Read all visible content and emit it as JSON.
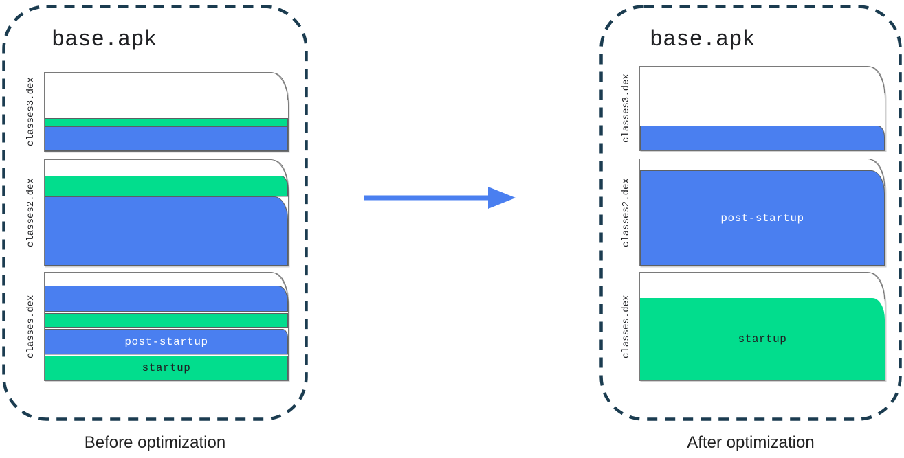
{
  "colors": {
    "band_blue": "#4A7FF0",
    "band_green": "#02DD8D",
    "container_outline": "#1B3C50",
    "page_border": "#7A7A7A",
    "band_border": "#5C6063",
    "text_dark": "#202124",
    "band_label_light": "#FFFFFF",
    "arrow_blue": "#4A7FF0"
  },
  "arrow": {
    "icon": "right-arrow-icon",
    "direction": "right"
  },
  "panels": [
    {
      "id": "before",
      "title": "base.apk",
      "caption": "Before optimization",
      "files": [
        {
          "label": "classes3.dex",
          "height": 116,
          "segments": [
            {
              "kind": "free"
            },
            {
              "kind": "band",
              "color": "green",
              "height": 12
            },
            {
              "kind": "band",
              "color": "blue",
              "height": 36
            }
          ]
        },
        {
          "label": "classes2.dex",
          "height": 156,
          "segments": [
            {
              "kind": "free"
            },
            {
              "kind": "band",
              "color": "green",
              "height": 30,
              "curl": 10
            },
            {
              "kind": "band",
              "color": "blue",
              "height": 101,
              "curl": 20
            }
          ]
        },
        {
          "label": "classes.dex",
          "height": 159,
          "segments": [
            {
              "kind": "free"
            },
            {
              "kind": "band",
              "color": "blue",
              "height": 38,
              "curl": 14,
              "gap_after": 2
            },
            {
              "kind": "band",
              "color": "green",
              "height": 21,
              "gap_after": 2
            },
            {
              "kind": "band",
              "color": "blue",
              "height": 37,
              "curl": 8,
              "gap_after": 2,
              "label": "post-startup",
              "label_style": "light"
            },
            {
              "kind": "band",
              "color": "green",
              "height": 36,
              "label": "startup",
              "label_style": "dark"
            }
          ]
        }
      ]
    },
    {
      "id": "after",
      "title": "base.apk",
      "caption": "After optimization",
      "files": [
        {
          "label": "classes3.dex",
          "height": 124,
          "segments": [
            {
              "kind": "free"
            },
            {
              "kind": "band",
              "color": "blue",
              "height": 36,
              "curl": 10
            }
          ]
        },
        {
          "label": "classes2.dex",
          "height": 157,
          "segments": [
            {
              "kind": "free"
            },
            {
              "kind": "band",
              "color": "blue",
              "height": 139,
              "curl": 20,
              "label": "post-startup",
              "label_style": "light"
            }
          ]
        },
        {
          "label": "classes.dex",
          "height": 159,
          "segments": [
            {
              "kind": "free"
            },
            {
              "kind": "band",
              "color": "green",
              "height": 120,
              "curl": 18,
              "borderless": true,
              "label": "startup",
              "label_style": "dark"
            }
          ]
        }
      ]
    }
  ]
}
